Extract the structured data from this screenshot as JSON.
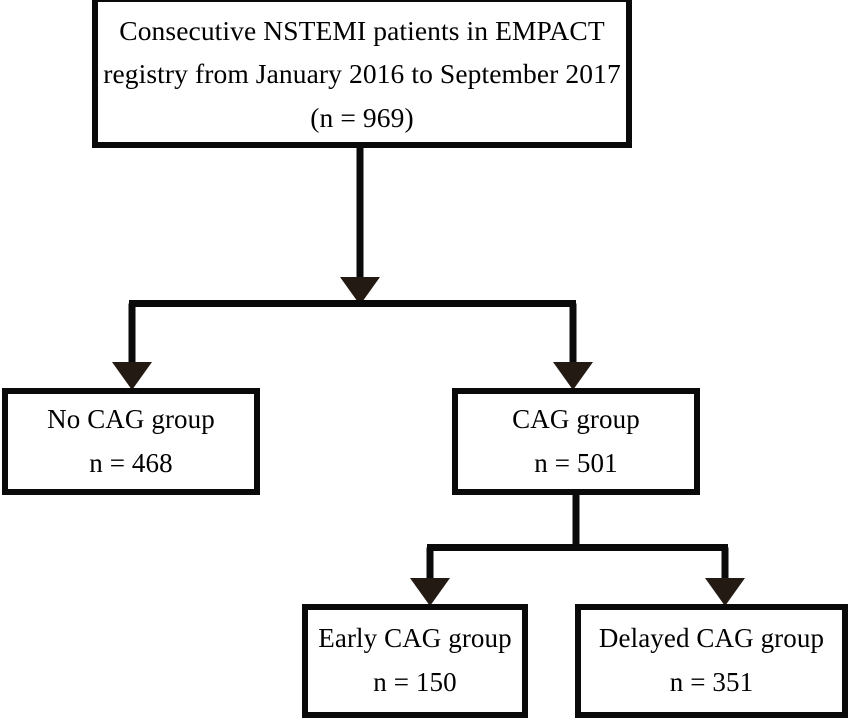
{
  "diagram": {
    "title": "NSTEMI patient enrollment flow diagram",
    "type": "flowchart",
    "stroke_color": "#0a0a0a",
    "background_color": "#ffffff",
    "nodes": {
      "root": {
        "line1": "Consecutive NSTEMI patients in EMPACT",
        "line2": "registry from January 2016 to September 2017",
        "line3": "(n = 969)",
        "count": 969
      },
      "no_cag": {
        "label": "No CAG group",
        "count_text": "n = 468",
        "count": 468
      },
      "cag": {
        "label": "CAG group",
        "count_text": "n = 501",
        "count": 501
      },
      "early_cag": {
        "label": "Early CAG group",
        "count_text": "n = 150",
        "count": 150
      },
      "delayed_cag": {
        "label": "Delayed CAG group",
        "count_text": "n = 351",
        "count": 351
      }
    },
    "edges": [
      {
        "from": "root",
        "to": "split-1",
        "marker": "arrow-down"
      },
      {
        "from": "split-1",
        "to": "no_cag",
        "marker": "arrow-down"
      },
      {
        "from": "split-1",
        "to": "cag",
        "marker": "arrow-down"
      },
      {
        "from": "cag",
        "to": "split-2",
        "marker": "none"
      },
      {
        "from": "split-2",
        "to": "early_cag",
        "marker": "arrow-down"
      },
      {
        "from": "split-2",
        "to": "delayed_cag",
        "marker": "arrow-down"
      }
    ]
  }
}
